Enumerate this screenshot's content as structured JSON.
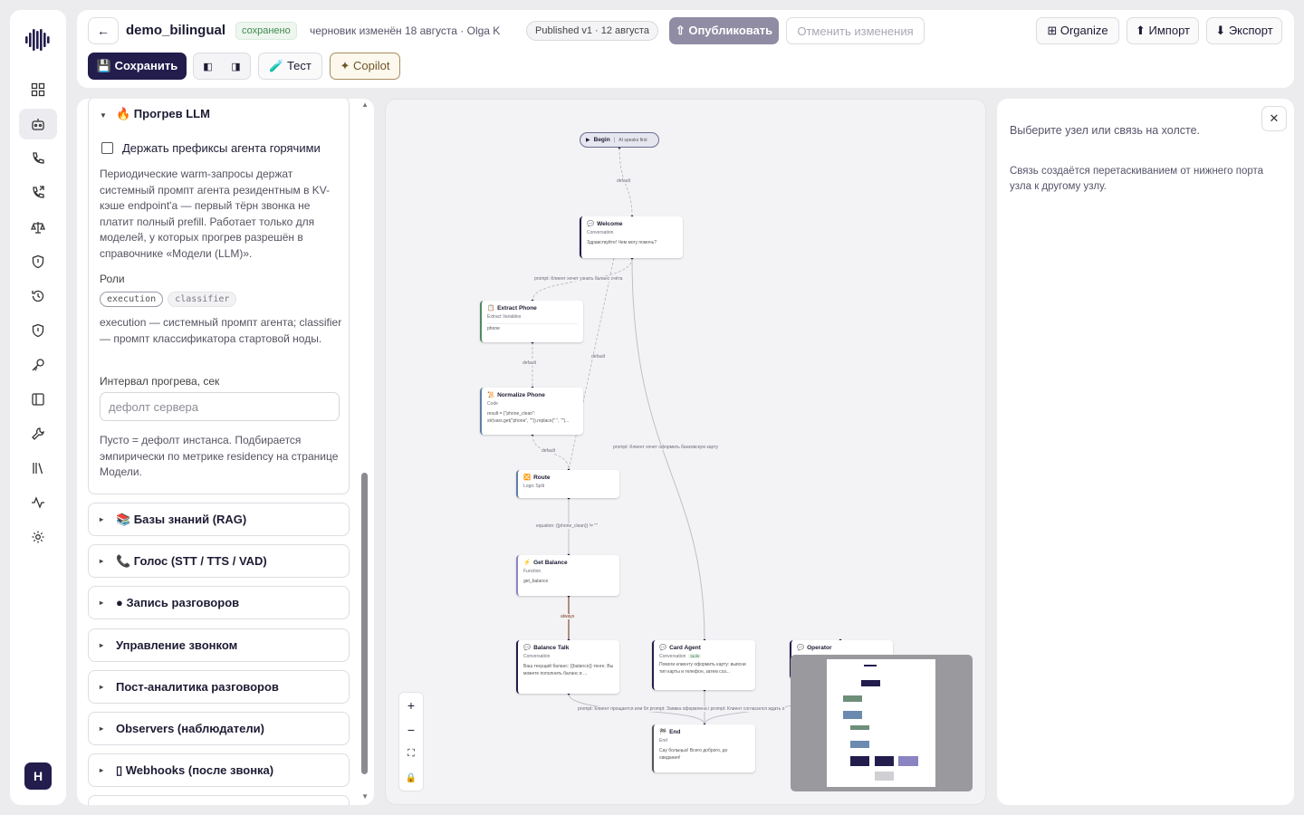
{
  "app": {
    "title": "demo_bilingual",
    "saved_badge": "сохранено",
    "draft_info": "черновик изменён 18 августа · Olga K",
    "published_badge": "Published v1 · 12 августа",
    "publish_label": "⇧ Опубликовать",
    "discard_label": "Отменить изменения",
    "organize_label": "⊞ Organize",
    "import_label": "⬆ Импорт",
    "export_label": "⬇ Экспорт",
    "save_label": "💾 Сохранить",
    "test_label": "🧪 Тест",
    "copilot_label": "✦ Copilot",
    "back_icon": "←",
    "avatar_initial": "H"
  },
  "rail": {
    "icons": [
      "dashboard-icon",
      "agent-icon",
      "phone-icon",
      "phone-forward-icon",
      "scales-icon",
      "shield-icon",
      "history-icon",
      "shield-check-icon",
      "key-icon",
      "layout-icon",
      "wrench-icon",
      "library-icon",
      "activity-icon",
      "settings-icon"
    ],
    "active_index": 1
  },
  "settings": {
    "open_section": {
      "title": "🔥 Прогрев LLM",
      "checkbox_label": "Держать префиксы агента горячими",
      "description": "Периодические warm-запросы держат системный промпт агента резидентным в KV-кэше endpoint'а — первый тёрн звонка не платит полный prefill. Работает только для моделей, у которых прогрев разрешён в справочнике «Модели (LLM)».",
      "roles_label": "Роли",
      "roles": [
        "execution",
        "classifier"
      ],
      "roles_active": "execution",
      "roles_desc": "execution — системный промпт агента; classifier — промпт классификатора стартовой ноды.",
      "interval_label": "Интервал прогрева, сек",
      "interval_placeholder": "дефолт сервера",
      "interval_hint": "Пусто = дефолт инстанса. Подбирается эмпирически по метрике residency на странице Модели."
    },
    "sections": [
      "📚 Базы знаний (RAG)",
      "📞 Голос (STT / TTS / VAD)",
      "● Запись разговоров",
      "Управление звонком",
      "Пост-аналитика разговоров",
      "Observers (наблюдатели)",
      "▯ Webhooks (после звонка)"
    ]
  },
  "canvas": {
    "begin": {
      "label": "Begin",
      "sub": "AI speaks first"
    },
    "nodes": {
      "welcome": {
        "title": "Welcome",
        "type": "Conversation",
        "body": "Здравствуйте! Чем могу помочь?"
      },
      "extract": {
        "title": "Extract Phone",
        "type": "Extract Variables",
        "body": "phone"
      },
      "normalize": {
        "title": "Normalize Phone",
        "type": "Code",
        "body": "result = {\"phone_clean\": str(vars.get(\"phone\", \"\")).replace(\" \", \"\")..."
      },
      "route": {
        "title": "Route",
        "type": "Logic Split"
      },
      "balance": {
        "title": "Get Balance",
        "type": "Function",
        "body": "get_balance"
      },
      "balance_talk": {
        "title": "Balance Talk",
        "type": "Conversation",
        "body": "Ваш текущий баланс: {{balance}} тенге. Вы можете пополнить баланс в ..."
      },
      "card_agent": {
        "title": "Card Agent",
        "type": "Conversation",
        "tag": "tools",
        "body": "Помоги клиенту оформить карту: выясни тип карты и телефон, затем соз..."
      },
      "operator": {
        "title": "Operator"
      },
      "end": {
        "title": "End",
        "type": "End",
        "body": "Сау болыңыз! Всего доброго, до свидания!"
      }
    },
    "edge_labels": {
      "default1": "default",
      "prompt_balance": "prompt: Клиент хочет узнать баланс счёта",
      "default2": "default",
      "default3": "default",
      "default4": "default",
      "prompt_card": "prompt: Клиент хочет оформить банковскую карту",
      "equation": "equation: {{phone_clean}} != \"\"",
      "always": "always",
      "bottom": "prompt: Клиент прощается или бл prompt: Заявка оформлена i prompt: Клиент согласился ждать о"
    },
    "zoom": [
      "+",
      "−",
      "⛶",
      "🔒"
    ]
  },
  "right_panel": {
    "hint1": "Выберите узел или связь на холсте.",
    "hint2": "Связь создаётся перетаскиванием от нижнего порта узла к другому узлу.",
    "close_icon": "✕"
  }
}
